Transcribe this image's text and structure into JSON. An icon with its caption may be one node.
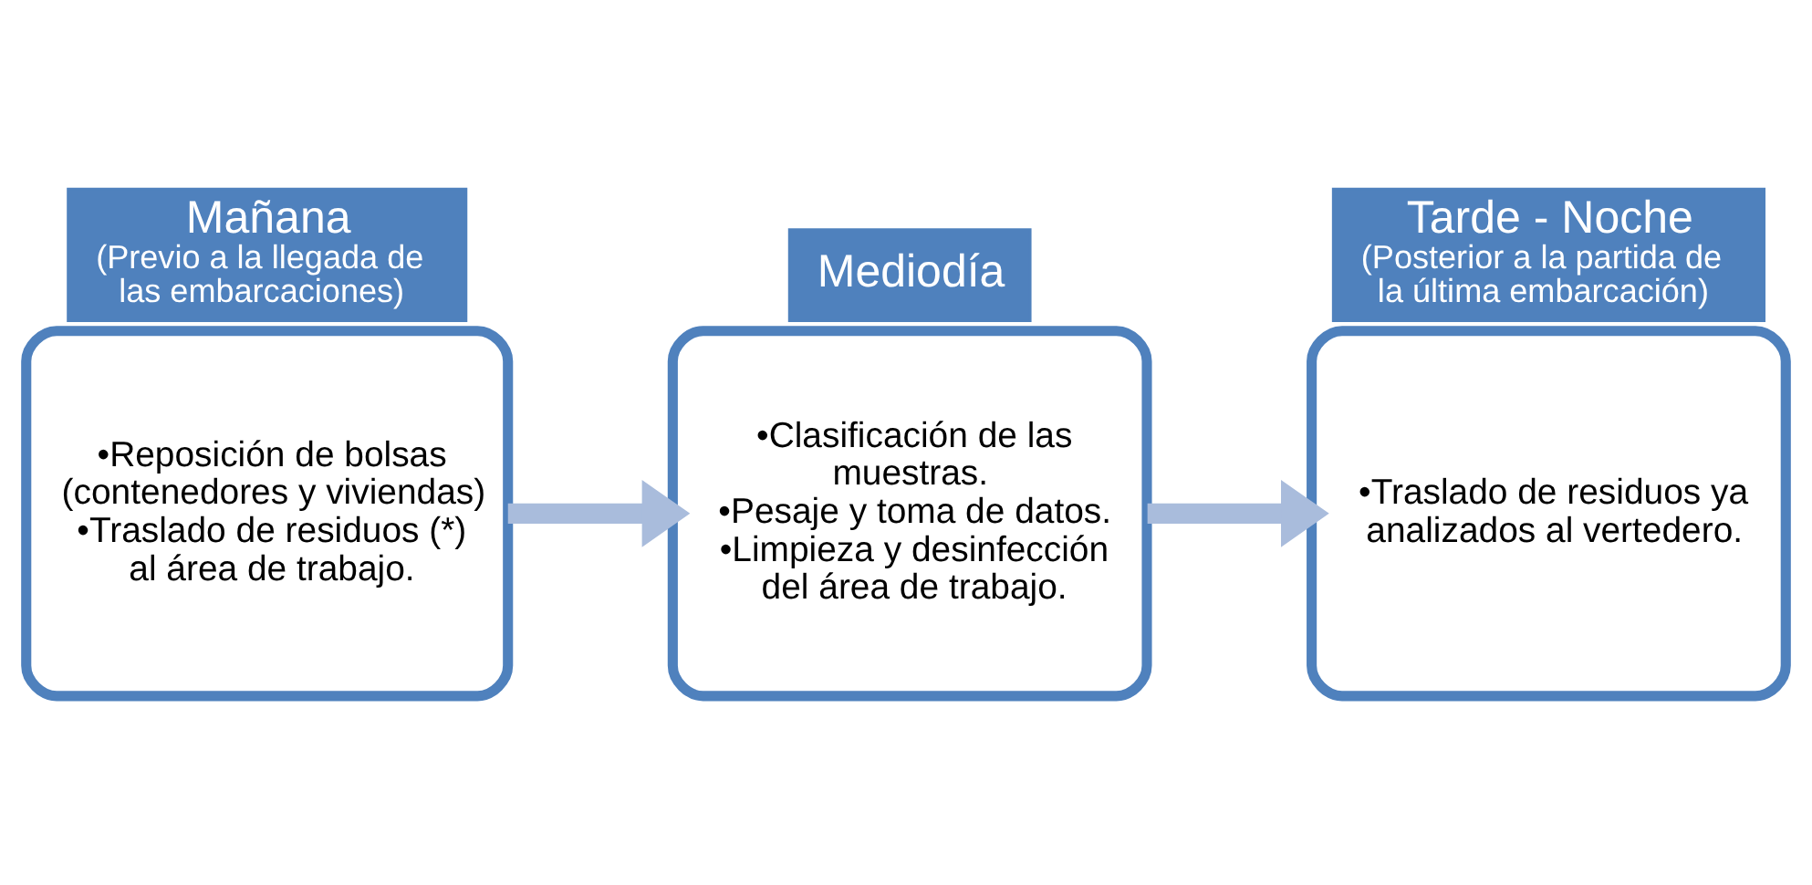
{
  "diagram": {
    "nodes": [
      {
        "text": [
          "•Reposición de bolsas (contenedores y viviendas)",
          "•Traslado de residuos (*) al área de trabajo."
        ]
      },
      {
        "text": [
          "Mañana",
          "(Previo a la llegada de las embarcaciones)"
        ]
      },
      {
        "text": [
          "•Clasificación de las muestras.",
          "•Pesaje y toma de datos.",
          "•Limpieza y desinfección del área de trabajo."
        ]
      },
      {
        "text": [
          "Mediodía"
        ]
      },
      {
        "text": [
          "•Traslado de residuos ya analizados al vertedero."
        ]
      },
      {
        "text": [
          "Tarde - Noche",
          "(Posterior a la partida de la última embarcación)"
        ]
      }
    ],
    "edges": [
      {
        "from": 0,
        "to": 2,
        "arrow": "to"
      },
      {
        "from": 2,
        "to": 4,
        "arrow": "to"
      }
    ]
  }
}
